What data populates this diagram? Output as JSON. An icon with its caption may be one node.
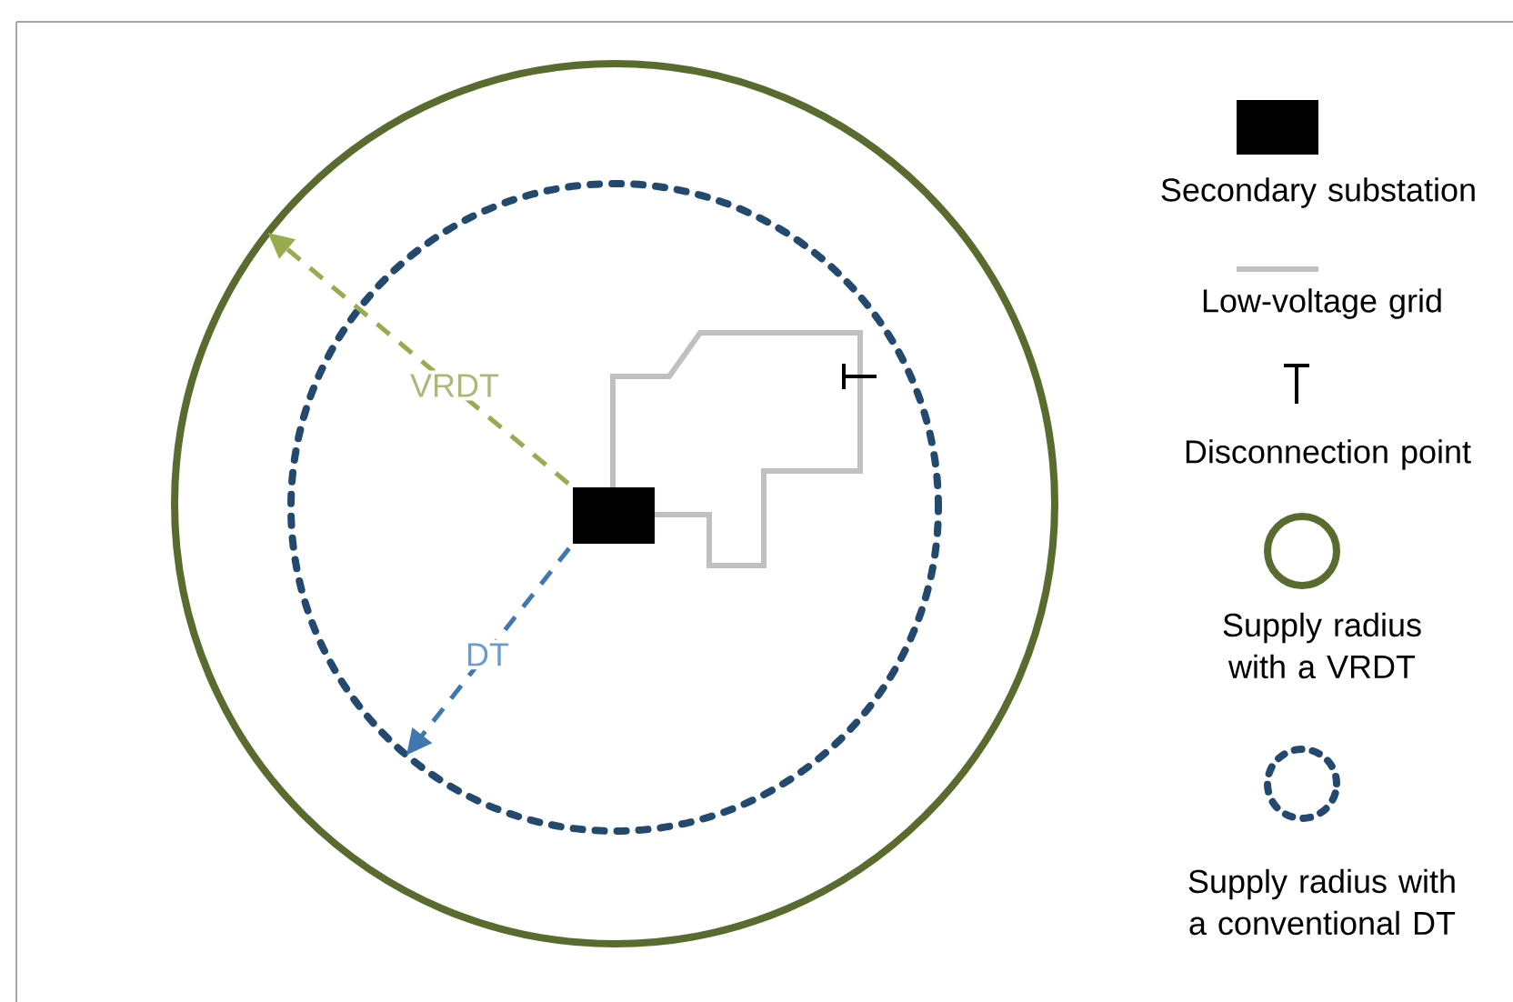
{
  "diagram": {
    "nodes": [
      {
        "text": [],
        "shape": "box",
        "in": 2
      },
      {
        "text": [],
        "shape": "circle"
      },
      {
        "text": [],
        "shape": "circle",
        "in": 1
      }
    ],
    "edges": [
      {
        "from": 0,
        "to": 1,
        "arrow": "to",
        "label": "VRDT",
        "style": "dashed",
        "color": "#98ab4f"
      },
      {
        "from": 0,
        "to": 2,
        "arrow": "to",
        "label": "DT",
        "style": "dashed",
        "color": "#3f78b0"
      }
    ],
    "legend": [
      {
        "text": "Secondary substation",
        "color": "#000000"
      },
      {
        "text": "Low-voltage grid"
      },
      {
        "text": "Disconnection point"
      },
      {
        "text": "Supply radius with a VRDT"
      },
      {
        "text": "Supply radius with a conventional DT"
      }
    ]
  }
}
